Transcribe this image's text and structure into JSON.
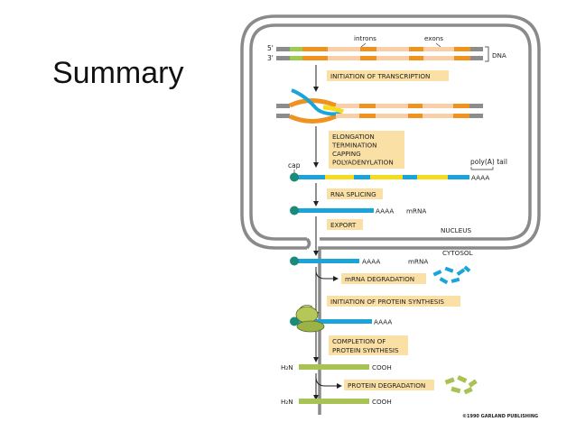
{
  "slide": {
    "title": "Summary"
  },
  "labels": {
    "five_prime": "5'",
    "three_prime": "3'",
    "introns": "introns",
    "exons": "exons",
    "dna": "DNA",
    "cap": "cap",
    "polya_tail": "poly(A) tail",
    "aaaa": "AAAA",
    "mrna": "mRNA",
    "nucleus": "NUCLEUS",
    "cytosol": "CYTOSOL",
    "h2n": "H₂N",
    "cooh": "COOH",
    "copyright": "©1990 GARLAND PUBLISHING"
  },
  "steps": {
    "initiation_transcription": "INITIATION OF TRANSCRIPTION",
    "elongation_lines": [
      "ELONGATION",
      "TERMINATION",
      "CAPPING",
      "POLYADENYLATION"
    ],
    "rna_splicing": "RNA SPLICING",
    "export": "EXPORT",
    "mrna_degradation": "mRNA DEGRADATION",
    "initiation_protein_synthesis": "INITIATION OF PROTEIN SYNTHESIS",
    "completion_lines": [
      "COMPLETION OF",
      "PROTEIN SYNTHESIS"
    ],
    "protein_degradation": "PROTEIN DEGRADATION"
  },
  "colors": {
    "exon": "#f0921e",
    "intron": "#f8cfa6",
    "dna_gray": "#8c8c8c",
    "green_band": "#9acd4e",
    "mrna": "#1aa4d8",
    "yellow": "#f4dd1e",
    "cap": "#1a8a7a",
    "step_box": "#fbe0a6",
    "protein": "#a8c254",
    "nucleus_border": "#8a8a8a"
  }
}
